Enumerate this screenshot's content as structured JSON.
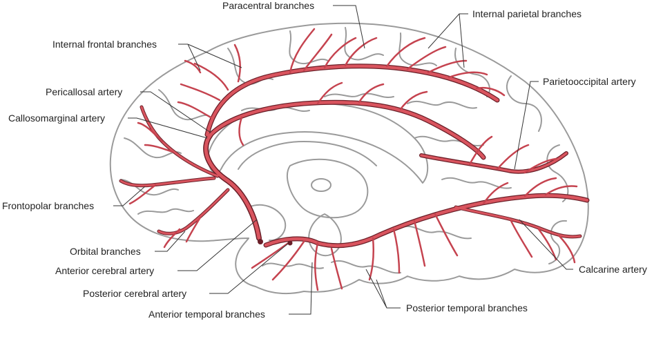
{
  "labels": {
    "paracentral_branches": "Paracentral branches",
    "internal_parietal_branches": "Internal parietal branches",
    "internal_frontal_branches": "Internal frontal branches",
    "pericallosal_artery": "Pericallosal artery",
    "parietooccipital_artery": "Parietooccipital artery",
    "callosomarginal_artery": "Callosomarginal artery",
    "frontopolar_branches": "Frontopolar branches",
    "orbital_branches": "Orbital branches",
    "anterior_cerebral_artery": "Anterior cerebral artery",
    "posterior_cerebral_artery": "Posterior cerebral artery",
    "calcarine_artery": "Calcarine artery",
    "posterior_temporal_branches": "Posterior temporal branches",
    "anterior_temporal_branches": "Anterior temporal branches"
  },
  "colors": {
    "artery_fill": "#d9545e",
    "artery_outline": "#6a1f28",
    "brain_outline": "#9a9a9a",
    "leader_line": "#333333",
    "text": "#222222"
  }
}
